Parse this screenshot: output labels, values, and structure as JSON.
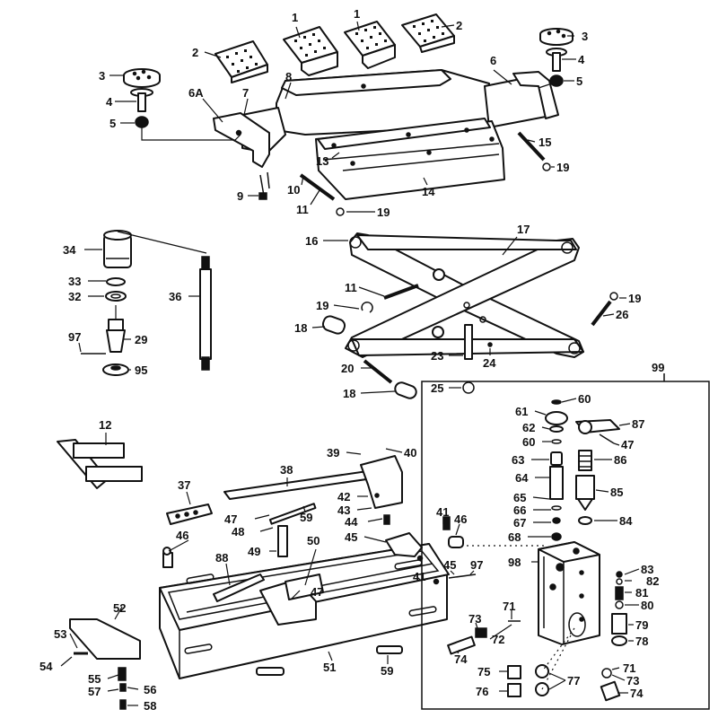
{
  "diagram": {
    "labels": {
      "p1a": "1",
      "p1b": "1",
      "p2a": "2",
      "p2b": "2",
      "p3a": "3",
      "p3b": "3",
      "p4a": "4",
      "p4b": "4",
      "p5a": "5",
      "p5b": "5",
      "p6": "6",
      "p6a": "6A",
      "p7": "7",
      "p8": "8",
      "p9": "9",
      "p10": "10",
      "p11a": "11",
      "p11b": "11",
      "p12": "12",
      "p13": "13",
      "p14": "14",
      "p15": "15",
      "p16": "16",
      "p17": "17",
      "p18a": "18",
      "p18b": "18",
      "p19a": "19",
      "p19b": "19",
      "p19c": "19",
      "p19d": "19",
      "p20": "20",
      "p23": "23",
      "p24": "24",
      "p25": "25",
      "p26": "26",
      "p29": "29",
      "p32": "32",
      "p33": "33",
      "p34": "34",
      "p36": "36",
      "p37": "37",
      "p38": "38",
      "p39": "39",
      "p40": "40",
      "p41a": "41",
      "p41b": "41",
      "p42": "42",
      "p43": "43",
      "p44": "44",
      "p45a": "45",
      "p45b": "45",
      "p46a": "46",
      "p46b": "46",
      "p47a": "47",
      "p47b": "47",
      "p47c": "47",
      "p48": "48",
      "p49": "49",
      "p50": "50",
      "p51": "51",
      "p52": "52",
      "p53": "53",
      "p54": "54",
      "p55": "55",
      "p56": "56",
      "p57": "57",
      "p58": "58",
      "p59a": "59",
      "p59b": "59",
      "p60a": "60",
      "p60b": "60",
      "p61": "61",
      "p62": "62",
      "p63": "63",
      "p64": "64",
      "p65": "65",
      "p66": "66",
      "p67": "67",
      "p68": "68",
      "p71a": "71",
      "p71b": "71",
      "p72": "72",
      "p73a": "73",
      "p73b": "73",
      "p74a": "74",
      "p74b": "74",
      "p75": "75",
      "p76": "76",
      "p77": "77",
      "p78": "78",
      "p79": "79",
      "p80": "80",
      "p81": "81",
      "p82": "82",
      "p83": "83",
      "p84": "84",
      "p85": "85",
      "p86": "86",
      "p87": "87",
      "p88": "88",
      "p95": "95",
      "p97a": "97",
      "p97b": "97",
      "p98": "98",
      "p99": "99"
    }
  }
}
